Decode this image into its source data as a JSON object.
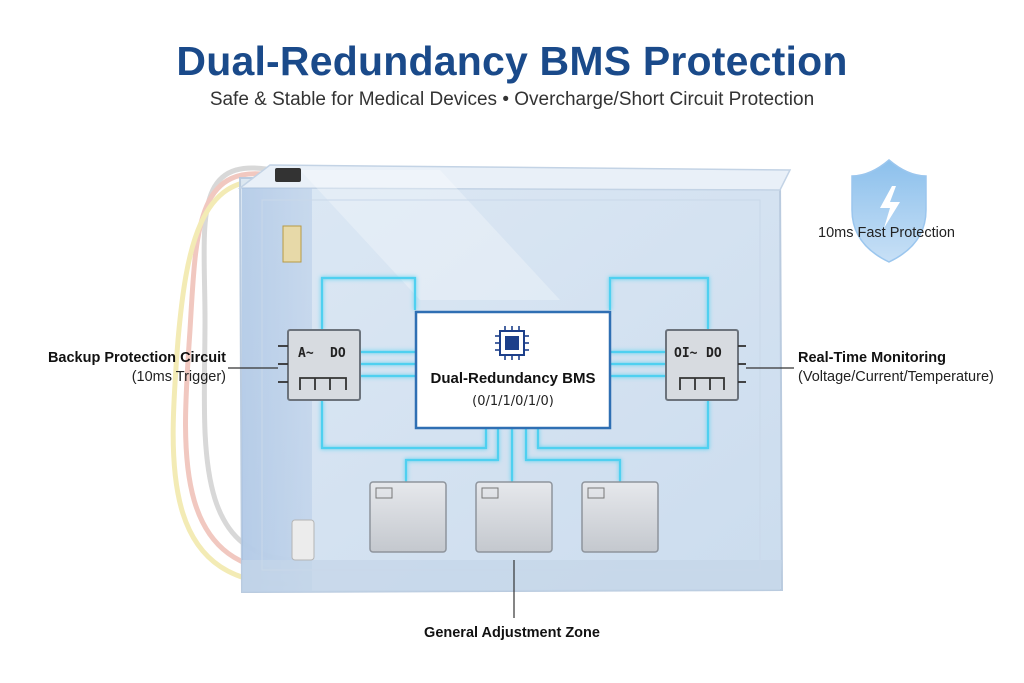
{
  "header": {
    "title": "Dual-Redundancy BMS Protection",
    "subtitle": "Safe & Stable for Medical Devices • Overcharge/Short Circuit Protection"
  },
  "badge": {
    "icon": "shield-lightning-icon",
    "label": "10ms Fast Protection"
  },
  "left_callout": {
    "title": "Backup Protection Circuit",
    "detail": "(10ms Trigger)"
  },
  "right_callout": {
    "title": "Real-Time Monitoring",
    "detail": "(Voltage/Current/Temperature)"
  },
  "bms": {
    "icon": "chip-icon",
    "title": "Dual-Redundancy BMS",
    "code": "(0/1/1/0/1/0)"
  },
  "left_module": {
    "text_a": "A~",
    "text_b": "DO"
  },
  "right_module": {
    "text_a": "OI~",
    "text_b": "DO"
  },
  "bottom_callout": {
    "title": "General Adjustment Zone"
  },
  "colors": {
    "title_blue": "#1a4a8a",
    "trace_cyan": "#4fd0f0",
    "shield_blue": "#6aa9e0"
  }
}
